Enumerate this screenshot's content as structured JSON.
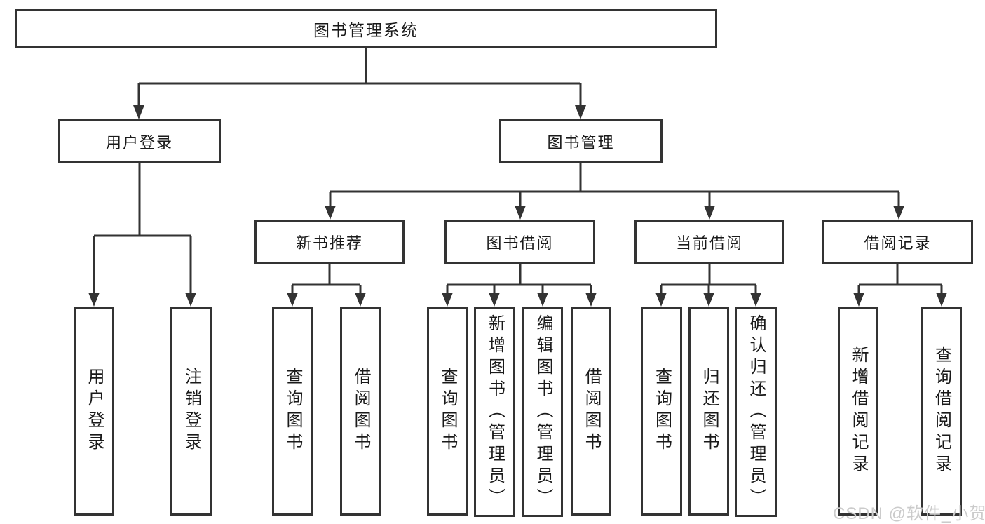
{
  "tree": {
    "root": {
      "label": "图书管理系统"
    },
    "children": [
      {
        "label": "用户登录",
        "children": [
          {
            "label": "用户登录"
          },
          {
            "label": "注销登录"
          }
        ]
      },
      {
        "label": "图书管理",
        "children": [
          {
            "label": "新书推荐",
            "children": [
              {
                "label": "查询图书"
              },
              {
                "label": "借阅图书"
              }
            ]
          },
          {
            "label": "图书借阅",
            "children": [
              {
                "label": "查询图书"
              },
              {
                "label": "新增图书（管理员）"
              },
              {
                "label": "编辑图书（管理员）"
              },
              {
                "label": "借阅图书"
              }
            ]
          },
          {
            "label": "当前借阅",
            "children": [
              {
                "label": "查询图书"
              },
              {
                "label": "归还图书"
              },
              {
                "label": "确认归还（管理员）"
              }
            ]
          },
          {
            "label": "借阅记录",
            "children": [
              {
                "label": "新增借阅记录"
              },
              {
                "label": "查询借阅记录"
              }
            ]
          }
        ]
      }
    ]
  },
  "watermark": "CSDN @软件_小贺同学",
  "colors": {
    "line": "#333333",
    "box_border": "#333333",
    "text": "#1a1a1a",
    "background": "#ffffff",
    "watermark": "#cbcbcb"
  }
}
